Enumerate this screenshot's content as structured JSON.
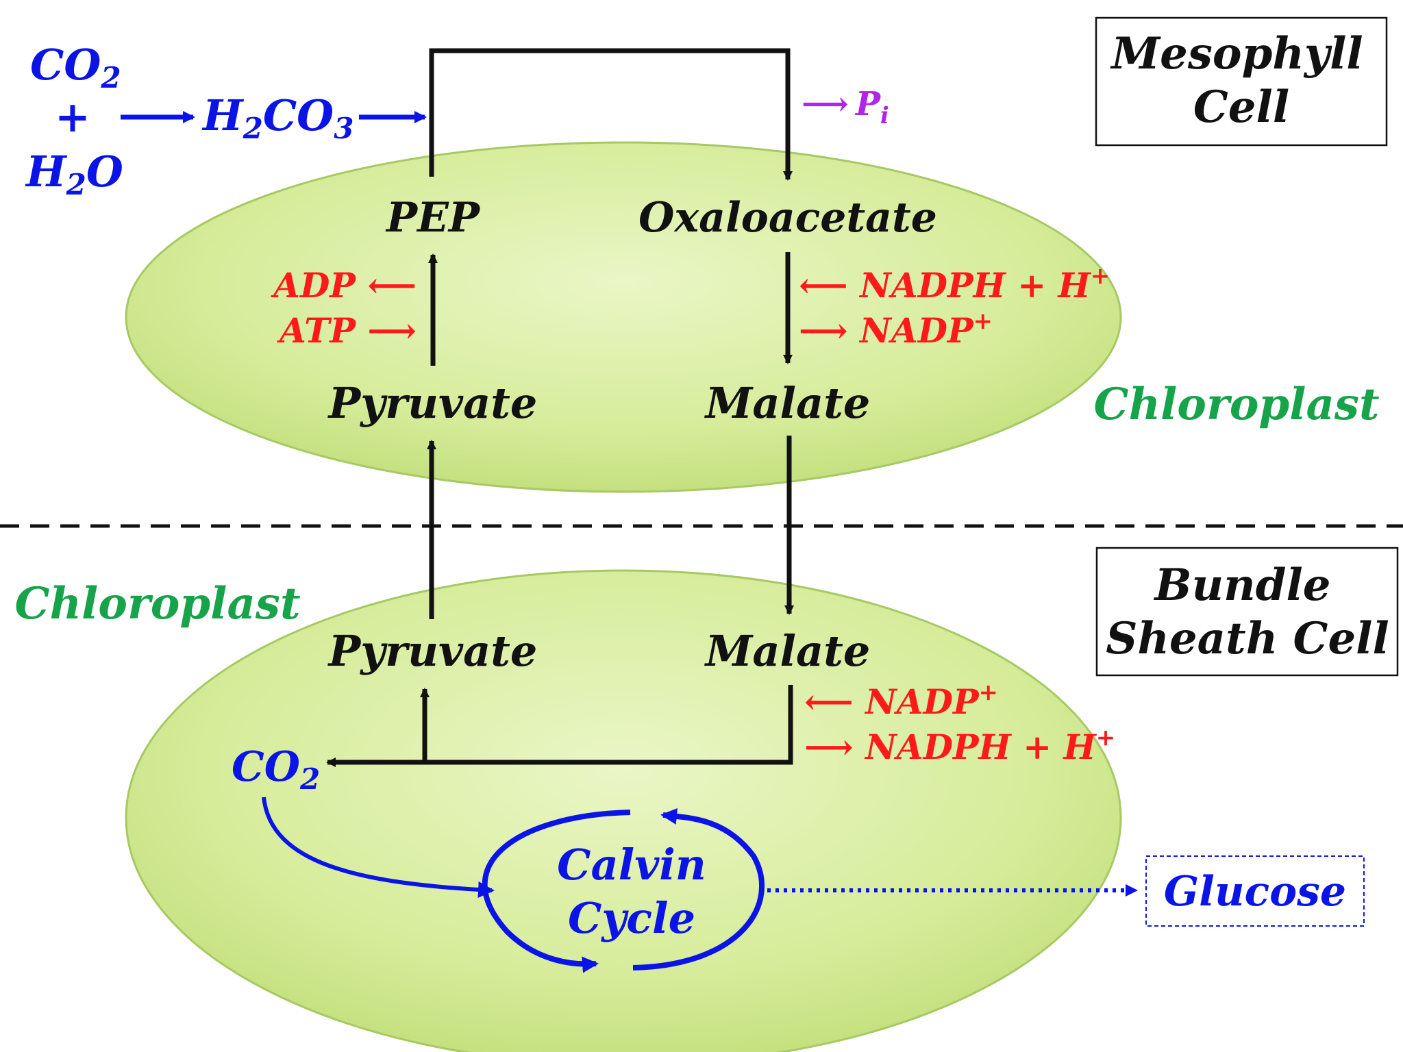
{
  "colors": {
    "chloroplast_fill": "#d8ee9e",
    "chloroplast_edge": "#a6c964",
    "black": "#111111",
    "red": "#ff1a1a",
    "blue": "#0a14e6",
    "green": "#16a34a",
    "purple": "#b026e8"
  },
  "mesophyll": {
    "cell_label_line1": "Mesophyll",
    "cell_label_line2": "Cell",
    "chloroplast_label": "Chloroplast",
    "co2": "CO",
    "co2_sub": "2",
    "plus": "+",
    "h2o_h": "H",
    "h2o_sub": "2",
    "h2o_o": "O",
    "h2co3_h": "H",
    "h2co3_sub1": "2",
    "h2co3_co": "CO",
    "h2co3_sub2": "3",
    "pi_arrow": "⟶",
    "pi": "P",
    "pi_sub": "i",
    "pep": "PEP",
    "oxaloacetate": "Oxaloacetate",
    "pyruvate": "Pyruvate",
    "malate": "Malate",
    "adp": "ADP ⟵",
    "atp": "ATP ⟶",
    "nadph_in": "⟵ NADPH + H",
    "nadph_in_sup": "+",
    "nadp_out": "⟶ NADP",
    "nadp_out_sup": "+"
  },
  "bundle_sheath": {
    "cell_label_line1": "Bundle",
    "cell_label_line2": "Sheath Cell",
    "chloroplast_label": "Chloroplast",
    "pyruvate": "Pyruvate",
    "malate": "Malate",
    "nadp_in": "⟵ NADP",
    "nadp_in_sup": "+",
    "nadph_out": "⟶ NADPH + H",
    "nadph_out_sup": "+",
    "co2": "CO",
    "co2_sub": "2",
    "calvin_line1": "Calvin",
    "calvin_line2": "Cycle",
    "glucose": "Glucose"
  }
}
